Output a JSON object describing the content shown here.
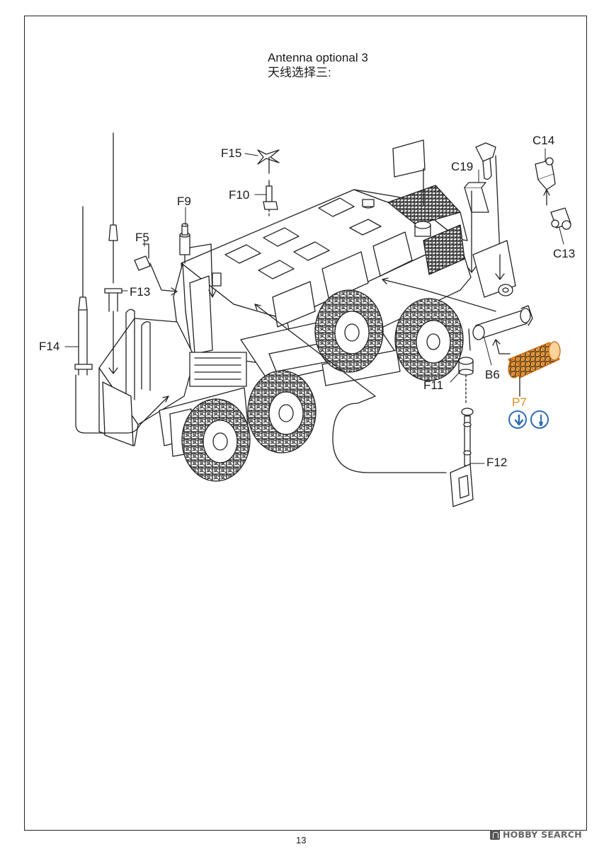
{
  "title": {
    "line1": "Antenna optional 3",
    "line2": "天线选择三:"
  },
  "labels": {
    "f15": "F15",
    "f10": "F10",
    "f9": "F9",
    "f5": "F5",
    "f13": "F13",
    "f14": "F14",
    "c19": "C19",
    "c14": "C14",
    "c13": "C13",
    "b6": "B6",
    "f11": "F11",
    "p7": "P7",
    "f12": "F12"
  },
  "icons": {
    "down": "arrow-down-icon",
    "paint": "paint-brush-icon"
  },
  "colors": {
    "accent": "#e08a1e",
    "icon_blue": "#2f6db5",
    "line": "#222222"
  },
  "page_number": "13",
  "watermark": "HOBBY SEARCH"
}
